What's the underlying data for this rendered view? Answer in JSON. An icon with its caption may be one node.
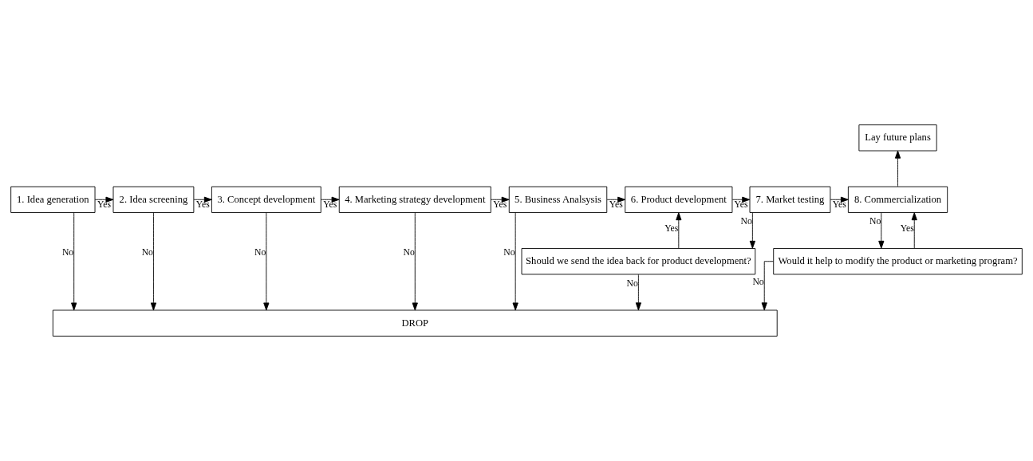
{
  "diagram": {
    "nodes": [
      {
        "text": [
          "1. Idea generation"
        ]
      },
      {
        "text": [
          "2. Idea screening"
        ]
      },
      {
        "text": [
          "3. Concept development"
        ]
      },
      {
        "text": [
          "4. Marketing strategy development"
        ]
      },
      {
        "text": [
          "5. Business Analsysis"
        ]
      },
      {
        "text": [
          "6. Product development"
        ]
      },
      {
        "text": [
          "7. Market testing"
        ]
      },
      {
        "text": [
          "8. Commercialization"
        ]
      },
      {
        "text": [
          "Lay future plans"
        ]
      },
      {
        "text": [
          "Should we send the idea back for product development?"
        ]
      },
      {
        "text": [
          "Would it help to modify the product or marketing program?"
        ]
      },
      {
        "text": [
          "DROP"
        ]
      }
    ],
    "edges": [
      {
        "from": 0,
        "to": 1,
        "arrow": "to",
        "label": "Yes"
      },
      {
        "from": 1,
        "to": 2,
        "arrow": "to",
        "label": "Yes"
      },
      {
        "from": 2,
        "to": 3,
        "arrow": "to",
        "label": "Yes"
      },
      {
        "from": 3,
        "to": 4,
        "arrow": "to",
        "label": "Yes"
      },
      {
        "from": 4,
        "to": 5,
        "arrow": "to",
        "label": "Yes"
      },
      {
        "from": 5,
        "to": 6,
        "arrow": "to",
        "label": "Yes"
      },
      {
        "from": 6,
        "to": 7,
        "arrow": "to",
        "label": "Yes"
      },
      {
        "from": 7,
        "to": 8,
        "arrow": "to"
      },
      {
        "from": 0,
        "to": 11,
        "arrow": "to",
        "label": "No"
      },
      {
        "from": 1,
        "to": 11,
        "arrow": "to",
        "label": "No"
      },
      {
        "from": 2,
        "to": 11,
        "arrow": "to",
        "label": "No"
      },
      {
        "from": 3,
        "to": 11,
        "arrow": "to",
        "label": "No"
      },
      {
        "from": 4,
        "to": 11,
        "arrow": "to",
        "label": "No"
      },
      {
        "from": 6,
        "to": 9,
        "arrow": "to",
        "label": "No"
      },
      {
        "from": 9,
        "to": 5,
        "arrow": "to",
        "label": "Yes"
      },
      {
        "from": 9,
        "to": 11,
        "arrow": "to",
        "label": "No"
      },
      {
        "from": 7,
        "to": 10,
        "arrow": "to",
        "label": "No"
      },
      {
        "from": 10,
        "to": 7,
        "arrow": "to",
        "label": "Yes"
      },
      {
        "from": 10,
        "to": 11,
        "arrow": "to",
        "label": "No"
      }
    ]
  }
}
